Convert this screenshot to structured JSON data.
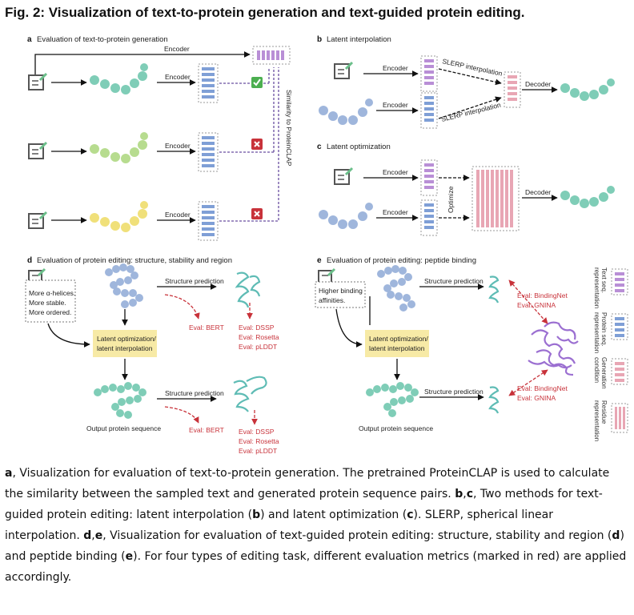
{
  "figure_title": "Fig. 2: Visualization of text-to-protein generation and text-guided protein editing.",
  "panel_a": {
    "letter": "a",
    "title": "Evaluation of text-to-protein generation",
    "encoder": "Encoder",
    "similarity": "Similarity to ProteinCLAP"
  },
  "panel_b": {
    "letter": "b",
    "title": "Latent interpolation",
    "encoder": "Encoder",
    "slerp": "SLERP interpolation",
    "decoder": "Decoder"
  },
  "panel_c": {
    "letter": "c",
    "title": "Latent optimization",
    "encoder": "Encoder",
    "optimize": "Optimize",
    "decoder": "Decoder"
  },
  "panel_d": {
    "letter": "d",
    "title": "Evaluation of protein editing: structure, stability and region",
    "prompt_lines": [
      "More α-helices.",
      "More stable.",
      "More ordered."
    ],
    "structure_prediction": "Structure prediction",
    "latent_box": [
      "Latent optimization/",
      "latent interpolation"
    ],
    "eval_bert": "Eval: BERT",
    "eval_lines": [
      "Eval: DSSP",
      "Eval: Rosetta",
      "Eval: pLDDT"
    ],
    "output": "Output protein sequence"
  },
  "panel_e": {
    "letter": "e",
    "title": "Evaluation of protein editing: peptide binding",
    "prompt_lines": [
      "Higher binding",
      "affinities."
    ],
    "structure_prediction": "Structure prediction",
    "latent_box": [
      "Latent optimization/",
      "latent interpolation"
    ],
    "eval_lines": [
      "Eval: BindingNet",
      "Eval: GNINA"
    ],
    "output": "Output protein sequence"
  },
  "legend": [
    {
      "lines": [
        "Text seq.",
        "representation"
      ],
      "color": "#b98fd6"
    },
    {
      "lines": [
        "Protein seq.",
        "representation"
      ],
      "color": "#7f9fd6"
    },
    {
      "lines": [
        "Generation",
        "condition"
      ],
      "color": "#e8a6b4"
    },
    {
      "lines": [
        "Residue",
        "representation"
      ],
      "color": "#e8a6b4"
    }
  ],
  "colors": {
    "purple": "#b98fd6",
    "blue": "#7f9fd6",
    "pink": "#e8a6b4",
    "teal": "#7fcdb7",
    "green_light": "#b7dc8f",
    "yellow": "#f0e07a",
    "steel": "#9fb6dc",
    "red": "#c8323a",
    "check": "#4caf50",
    "yellow_box": "#f7eaa6"
  },
  "caption": {
    "a_letter": "a",
    "a_text": ", Visualization for evaluation of text-to-protein generation. The pretrained ProteinCLAP is used to calculate the similarity between the sampled text and generated protein sequence pairs. ",
    "bc_letters": "b",
    "bc_sep": ",",
    "c_letter": "c",
    "bc_text": ", Two methods for text-guided protein editing: latent interpolation (",
    "b_ref": "b",
    "mid_text": ") and latent optimization (",
    "c_ref": "c",
    "slerp_text": "). SLERP, spherical linear interpolation. ",
    "d_letter": "d",
    "de_sep": ",",
    "e_letter": "e",
    "de_text": ", Visualization for evaluation of text-guided protein editing: structure, stability and region (",
    "d_ref": "d",
    "pep_text": ") and peptide binding (",
    "e_ref": "e",
    "end_text": "). For four types of editing task, different evaluation metrics (marked in red) are applied accordingly."
  }
}
